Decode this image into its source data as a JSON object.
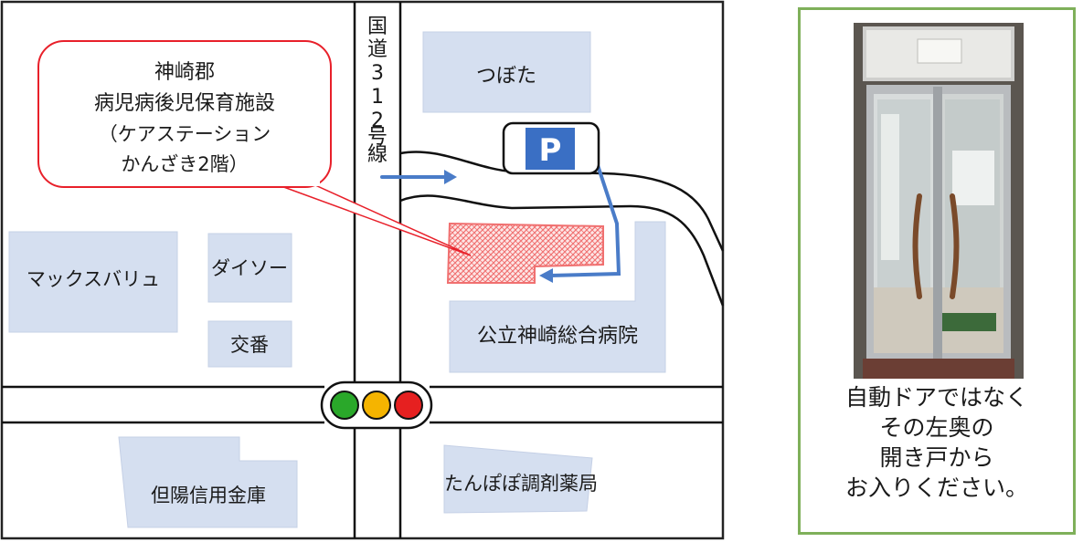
{
  "colors": {
    "building_fill": "#d5dff0",
    "callout_border": "#e8202a",
    "target_hatch": "#f07070",
    "route_arrow": "#4a7cc8",
    "parking_sign": "#3a6fc4",
    "panel_border": "#7fb05a",
    "signal_green": "#2aa82a",
    "signal_yellow": "#f5b400",
    "signal_red": "#e62020"
  },
  "callout": {
    "line1": "神崎郡",
    "line2": "病児病後児保育施設",
    "line3": "（ケアステーション",
    "line4": "かんざき2階）"
  },
  "road": {
    "vertical_label": [
      "国",
      "道",
      "3",
      "1",
      "2",
      "号",
      "線"
    ]
  },
  "parking": {
    "label": "P"
  },
  "buildings": {
    "tsubota": "つぼた",
    "maxvalu": "マックスバリュ",
    "daiso": "ダイソー",
    "koban": "交番",
    "hospital": "公立神崎総合病院",
    "tajima_bank": "但陽信用金庫",
    "tanpopo": "たんぽぽ調剤薬局"
  },
  "icons": {
    "traffic_light": "traffic-light-icon",
    "parking": "parking-icon",
    "route": "route-arrow-icon"
  },
  "caption": {
    "line1": "自動ドアではなく",
    "line2": "その左奥の",
    "line3": "開き戸から",
    "line4": "お入りください。"
  }
}
